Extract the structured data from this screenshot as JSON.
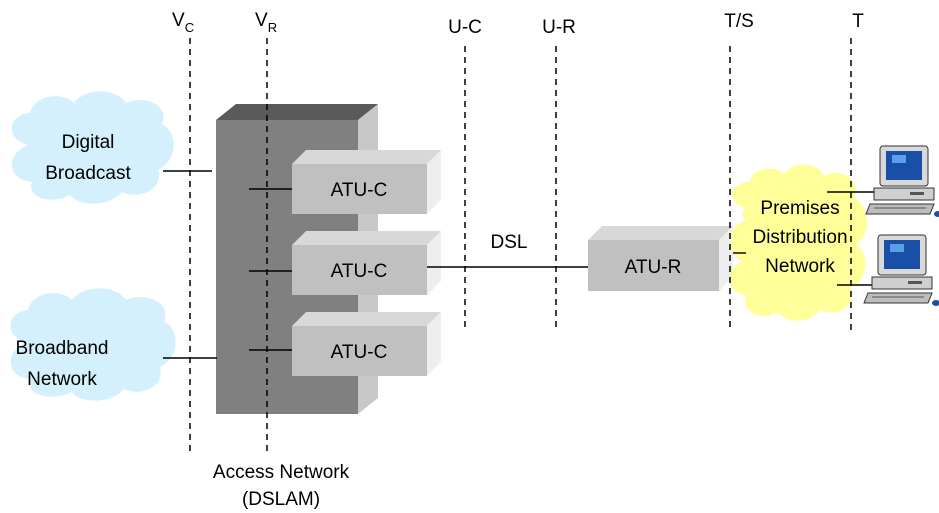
{
  "reference_points": {
    "vc": {
      "main": "V",
      "sub": "C"
    },
    "vr": {
      "main": "V",
      "sub": "R"
    },
    "uc": "U-C",
    "ur": "U-R",
    "ts": "T/S",
    "t": "T"
  },
  "clouds": {
    "digital_broadcast": [
      "Digital",
      "Broadcast"
    ],
    "broadband_network": [
      "Broadband",
      "Network"
    ],
    "premises_network": [
      "Premises",
      "Distribution",
      "Network"
    ]
  },
  "modems": {
    "atu_c": [
      "ATU-C",
      "ATU-C",
      "ATU-C"
    ],
    "atu_r": "ATU-R"
  },
  "link_label": "DSL",
  "access_network": [
    "Access Network",
    "(DSLAM)"
  ],
  "colors": {
    "cloud_blue": "#d4f0fc",
    "cloud_yellow": "#ffff99",
    "dslam_face": "#808080",
    "dslam_top": "#5a5a5a",
    "dslam_side": "#c8c8c8",
    "box_face": "#c0c0c0",
    "box_top": "#d8d8d8",
    "box_side": "#eeeeee"
  }
}
